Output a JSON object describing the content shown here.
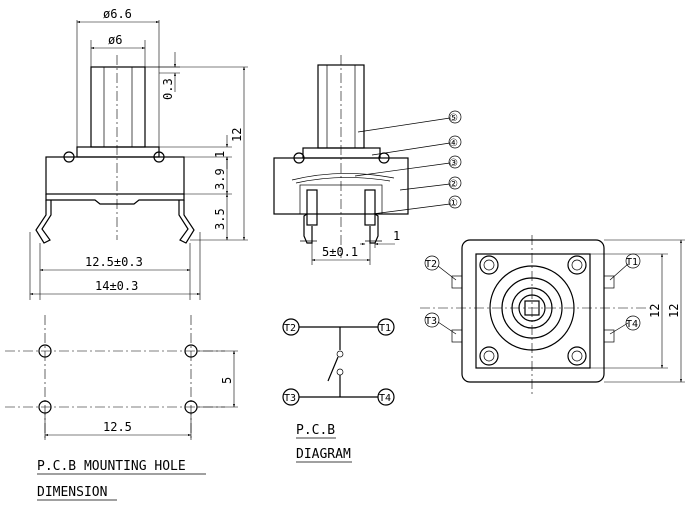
{
  "front_view": {
    "dim_cap_outer": "ø6.6",
    "dim_cap_inner": "ø6",
    "dim_offset": "0.3",
    "dim_total_height": "12",
    "dim_cap_step": "1",
    "dim_body_height": "3.9",
    "dim_leg_height": "3.5",
    "dim_pin_span": "12.5±0.3",
    "dim_overall_width": "14±0.3"
  },
  "side_view": {
    "callouts": [
      "⑤",
      "④",
      "③",
      "②",
      "①"
    ],
    "dim_pin_pitch": "5±0.1",
    "dim_pin_width": "1"
  },
  "top_view": {
    "terminals": [
      "T2",
      "T1",
      "T3",
      "T4"
    ],
    "dim_inner": "12",
    "dim_outer": "12"
  },
  "mounting_hole": {
    "dim_x": "12.5",
    "dim_y": "5",
    "caption_line1": "P.C.B  MOUNTING HOLE",
    "caption_line2": "DIMENSION"
  },
  "pcb_diagram": {
    "terminals": [
      "T2",
      "T1",
      "T3",
      "T4"
    ],
    "caption_line1": "P.C.B",
    "caption_line2": "DIAGRAM"
  }
}
